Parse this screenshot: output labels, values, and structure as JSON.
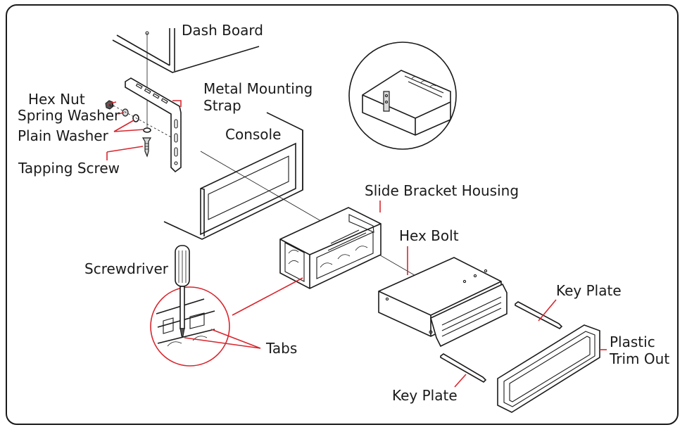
{
  "labels": {
    "dash_board": "Dash Board",
    "metal_mounting_strap_line1": "Metal Mounting",
    "metal_mounting_strap_line2": "Strap",
    "hex_nut": "Hex Nut",
    "spring_washer": "Spring Washer",
    "plain_washer": "Plain Washer",
    "tapping_screw": "Tapping Screw",
    "console": "Console",
    "slide_bracket_housing": "Slide Bracket Housing",
    "hex_bolt": "Hex Bolt",
    "screwdriver": "Screwdriver",
    "tabs": "Tabs",
    "key_plate_top": "Key Plate",
    "key_plate_bottom": "Key Plate",
    "plastic_trim_out_line1": "Plastic",
    "plastic_trim_out_line2": "Trim Out"
  },
  "colors": {
    "line": "#1a1a1a",
    "callout": "#d7262e",
    "background": "#ffffff"
  }
}
